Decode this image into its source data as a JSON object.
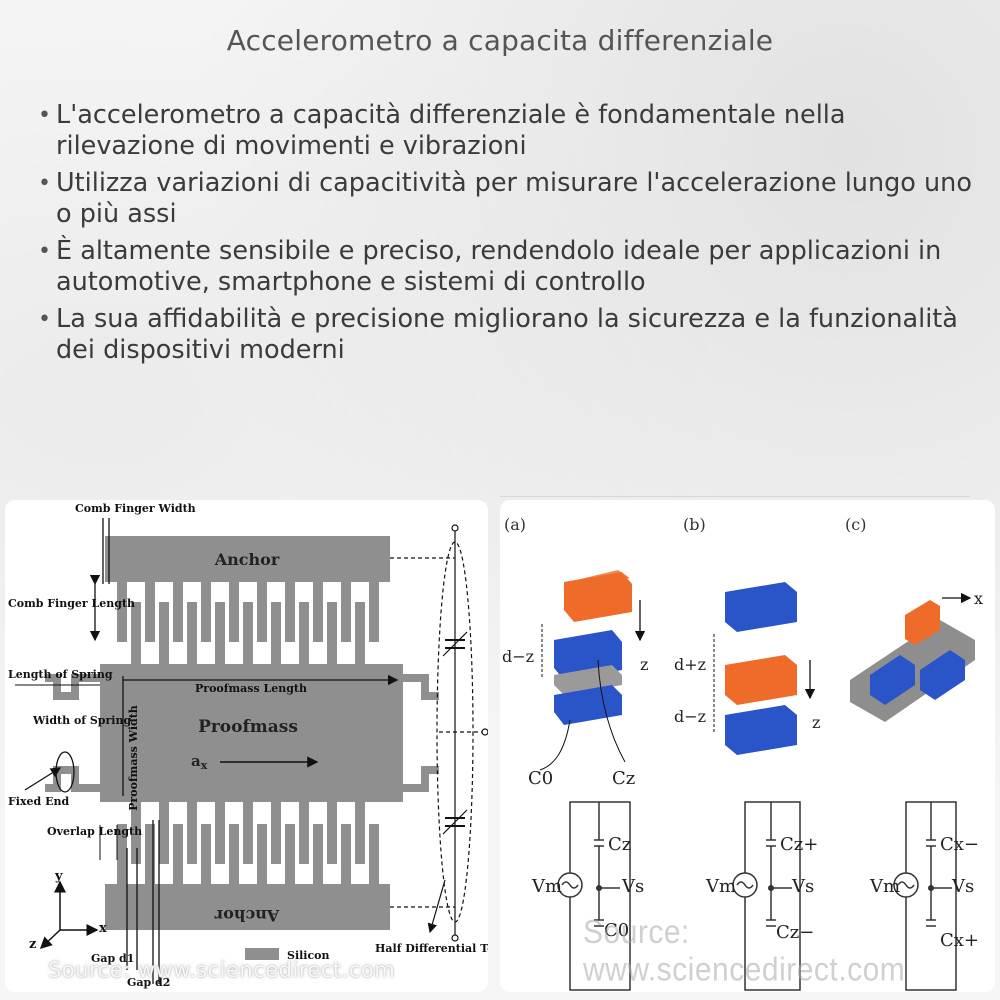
{
  "title": "Accelerometro a capacita differenziale",
  "bullets": [
    "L'accelerometro a capacità differenziale è fondamentale nella rilevazione di movimenti e vibrazioni",
    "Utilizza variazioni di capacitività per misurare l'accelerazione lungo uno o più assi",
    "È altamente sensibile e preciso, rendendolo ideale per applicazioni in automotive, smartphone e sistemi di controllo",
    "La sua affidabilità e precisione migliorano la sicurezza e la funzionalità dei dispositivi moderni"
  ],
  "bullet_marker": "•",
  "left_diagram": {
    "comb_finger_width": "Comb Finger Width",
    "anchor_top": "Anchor",
    "comb_finger_length": "Comb Finger Length",
    "length_of_spring": "Length of Spring",
    "width_of_spring": "Width of Spring",
    "proofmass_length": "Proofmass Length",
    "proofmass_width": "Proofmass Width",
    "proofmass": "Proofmass",
    "accel": "a",
    "accel_sub": "x",
    "fixed_end": "Fixed End",
    "overlap_length": "Overlap Length",
    "gap_d1": "Gap d1",
    "gap_d2": "Gap d2",
    "anchor_bottom": "Anchor",
    "silicon": "Silicon",
    "half_differential": "Half Differential Topology",
    "axis_x": "x",
    "axis_y": "y",
    "axis_z": "z"
  },
  "right_diagram": {
    "label_a": "(a)",
    "label_b": "(b)",
    "label_c": "(c)",
    "d_minus_z": "d−z",
    "d_plus_z": "d+z",
    "z": "z",
    "x": "x",
    "c0": "C0",
    "cz": "Cz",
    "cz_plus": "Cz+",
    "cz_minus": "Cz−",
    "cx_minus": "Cx−",
    "cx_plus": "Cx+",
    "vm": "Vm",
    "vs": "Vs"
  },
  "source_text": "Source: www.sciencedirect.com",
  "watermark_text": "Source: www.sciencedirect.com",
  "colors": {
    "orange": "#ee6b2a",
    "blue": "#2a55c8",
    "gray_plate": "#8e8e8e",
    "silicon_gray": "#8f8f8f"
  }
}
